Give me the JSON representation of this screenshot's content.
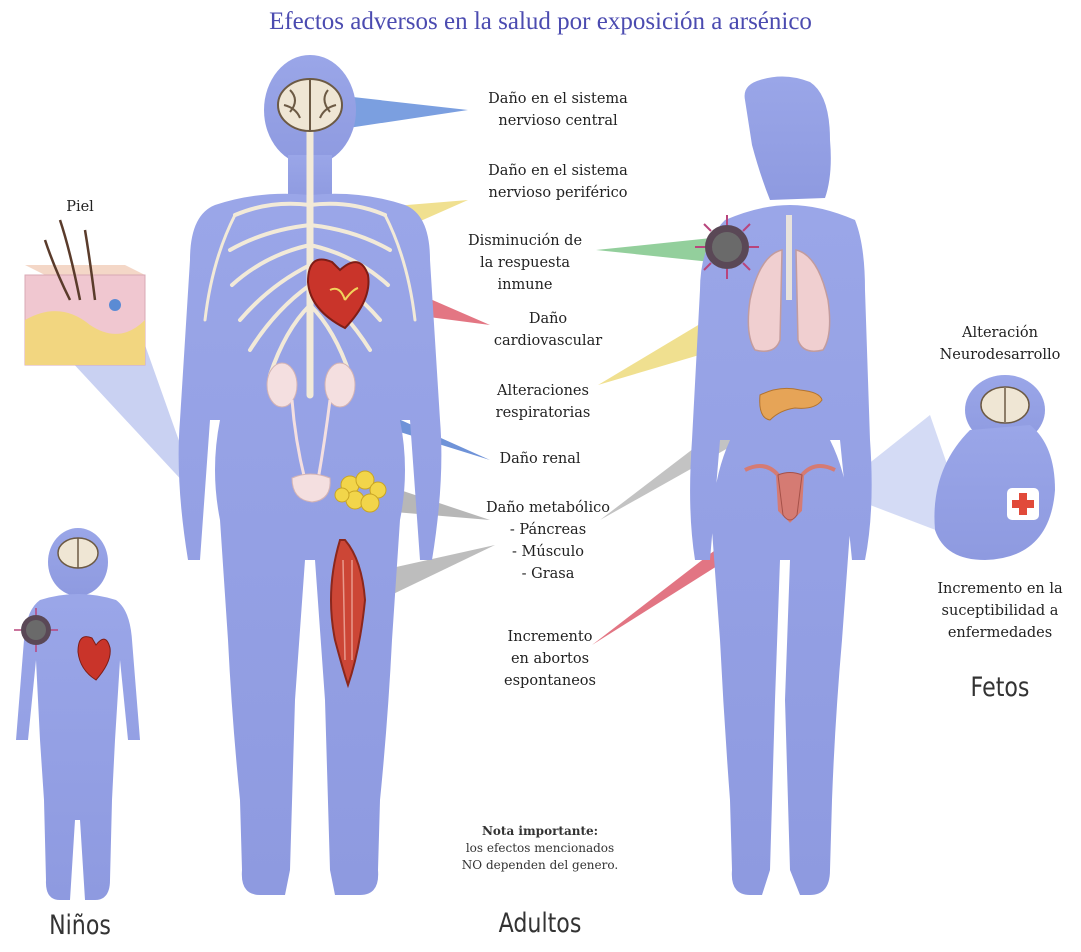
{
  "title": "Efectos adversos en la salud por exposición a arsénico",
  "labels": {
    "snc": "Daño en el sistema\nnervioso central",
    "snp": "Daño en el sistema\nnervioso periférico",
    "inmune": "Disminución de\nla respuesta\ninmune",
    "cardio": "Daño\ncardiovascular",
    "resp": "Alteraciones\nrespiratorias",
    "renal": "Daño renal",
    "metab": "Daño metabólico",
    "metab_items": [
      "-  Páncreas",
      "-  Músculo",
      "-  Grasa"
    ],
    "abortos": "Incremento\nen abortos\nespontaneos",
    "piel": "Piel",
    "neuro": "Alteración\nNeurodesarrollo",
    "suscept": "Incremento en la\nsuceptibilidad a\nenfermedades"
  },
  "groups": {
    "ninos": "Niños",
    "adultos": "Adultos",
    "fetos": "Fetos"
  },
  "note": {
    "heading": "Nota importante:",
    "line1": "los efectos mencionados",
    "line2": "NO dependen del genero."
  },
  "colors": {
    "body": "#98a4e6",
    "title": "#4b4bb0",
    "beam_blue": "#4f7fd6",
    "beam_yellow": "#ecd66c",
    "beam_red": "#d9485a",
    "beam_green": "#6fbf7b",
    "beam_gray": "#a0a0a0",
    "beam_pale": "#b7c2ee"
  }
}
